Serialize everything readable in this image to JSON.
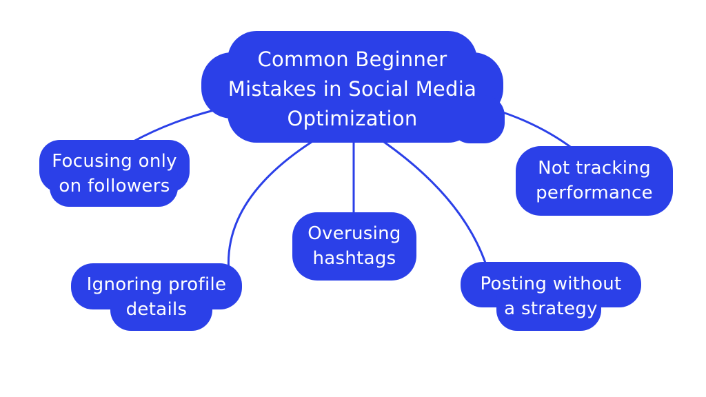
{
  "colors": {
    "background": "#ffffff",
    "node_fill": "#2b40e8",
    "connector": "#2b40e8",
    "text": "#ffffff"
  },
  "root_node": {
    "label": "Common Beginner Mistakes in Social Media Optimization",
    "lines": [
      "Common Beginner",
      "Mistakes in Social Media",
      "Optimization"
    ]
  },
  "child_nodes": [
    {
      "id": "focusing-only-on-followers",
      "label": "Focusing only on followers",
      "lines": [
        "Focusing only",
        "on followers"
      ]
    },
    {
      "id": "not-tracking-performance",
      "label": "Not tracking performance",
      "lines": [
        "Not tracking",
        "performance"
      ]
    },
    {
      "id": "overusing-hashtags",
      "label": "Overusing hashtags",
      "lines": [
        "Overusing",
        "hashtags"
      ]
    },
    {
      "id": "ignoring-profile-details",
      "label": "Ignoring profile details",
      "lines": [
        "Ignoring profile",
        "details"
      ]
    },
    {
      "id": "posting-without-a-strategy",
      "label": "Posting without a strategy",
      "lines": [
        "Posting without",
        "a strategy"
      ]
    }
  ]
}
